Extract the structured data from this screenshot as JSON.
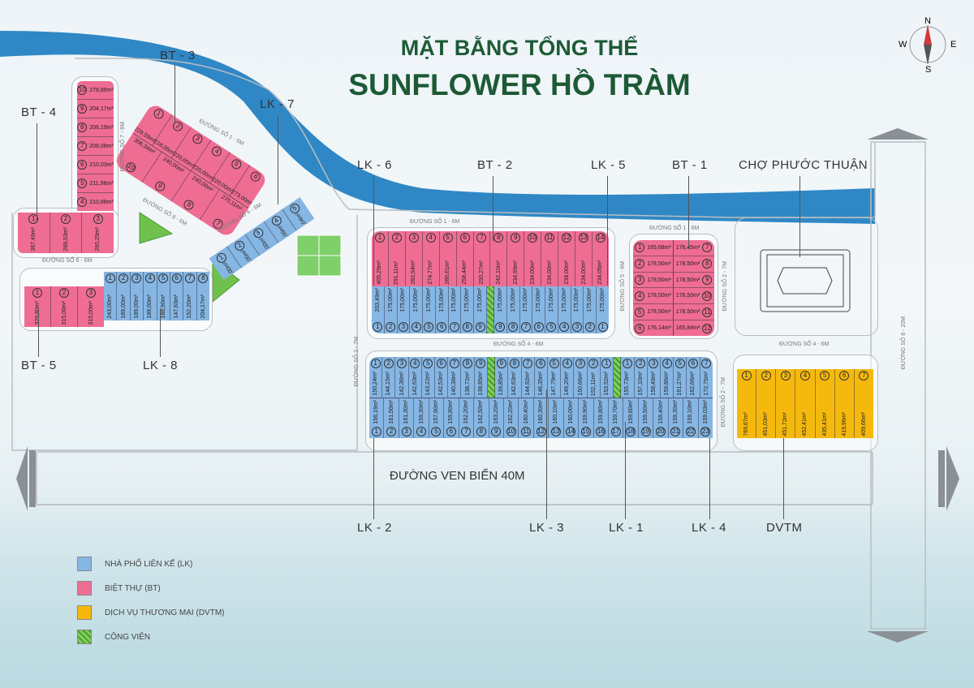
{
  "title": {
    "line1": "MẶT BẰNG TỔNG THỂ",
    "line2": "SUNFLOWER HỒ TRÀM"
  },
  "compass": {
    "n": "N",
    "s": "S",
    "e": "E",
    "w": "W"
  },
  "colors": {
    "lien_ke": "#86b6e3",
    "biet_thu": "#ef6d93",
    "dvtm": "#f5b90e",
    "cong_vien": "#6fc04c",
    "river": "#2f88c5",
    "title": "#1c5a36"
  },
  "labels": {
    "bt3": "BT - 3",
    "bt4": "BT - 4",
    "lk7": "LK - 7",
    "lk6": "LK - 6",
    "bt2": "BT - 2",
    "lk5": "LK - 5",
    "bt1": "BT - 1",
    "cho": "CHỢ PHƯỚC THUẬN",
    "bt5": "BT - 5",
    "lk8": "LK - 8",
    "lk2": "LK - 2",
    "lk3": "LK - 3",
    "lk1": "LK - 1",
    "lk4": "LK - 4",
    "dvtm": "DVTM"
  },
  "roads": {
    "r1a": "ĐƯỜNG SỐ 1 - 6M",
    "r1b": "ĐƯỜNG SỐ 1 - 6M",
    "r1c": "ĐƯỜNG SỐ 1 - 6M",
    "r7": "ĐƯỜNG SỐ 7 - 6M",
    "r6a": "ĐƯỜNG SỐ 6 - 6M",
    "r6b": "ĐƯỜNG SỐ 6 - 6M",
    "r8s": "ĐƯỜNG SỐ 8 - 6M",
    "r3": "ĐƯỜNG SỐ 3 - 7M",
    "r5": "ĐƯỜNG SỐ 5 - 6M",
    "r2a": "ĐƯỜNG SỐ 2 - 7M",
    "r2b": "ĐƯỜNG SỐ 2 - 7M",
    "r4a": "ĐƯỜNG SỐ 4 - 6M",
    "r4b": "ĐƯỜNG SỐ 4 - 6M",
    "r8": "ĐƯỜNG SỐ 8 - 20M",
    "coast": "ĐƯỜNG VEN BIỂN 40M"
  },
  "blocks": {
    "bt2": [
      {
        "n": "1",
        "a": "405,29m²"
      },
      {
        "n": "2",
        "a": "291,11m²"
      },
      {
        "n": "3",
        "a": "282,94m²"
      },
      {
        "n": "4",
        "a": "274,77m²"
      },
      {
        "n": "5",
        "a": "266,61m²"
      },
      {
        "n": "6",
        "a": "258,44m²"
      },
      {
        "n": "7",
        "a": "250,27m²"
      },
      {
        "n": "8",
        "a": "242,10m²"
      },
      {
        "n": "9",
        "a": "234,99m²"
      },
      {
        "n": "10",
        "a": "234,00m²"
      },
      {
        "n": "11",
        "a": "234,00m²"
      },
      {
        "n": "12",
        "a": "234,00m²"
      },
      {
        "n": "13",
        "a": "234,00m²"
      },
      {
        "n": "14",
        "a": "234,05m²"
      }
    ],
    "lk6": [
      {
        "n": "1",
        "a": "203,49m²"
      },
      {
        "n": "2",
        "a": "175,00m²"
      },
      {
        "n": "3",
        "a": "175,00m²"
      },
      {
        "n": "4",
        "a": "175,00m²"
      },
      {
        "n": "5",
        "a": "175,00m²"
      },
      {
        "n": "6",
        "a": "175,00m²"
      },
      {
        "n": "7",
        "a": "175,00m²"
      },
      {
        "n": "8",
        "a": "175,00m²"
      },
      {
        "n": "9",
        "a": "175,00m²"
      },
      {
        "park": true
      },
      {
        "n": "9",
        "a": "175,00m²"
      },
      {
        "n": "8",
        "a": "175,00m²"
      },
      {
        "n": "7",
        "a": "175,00m²"
      },
      {
        "n": "6",
        "a": "175,00m²"
      },
      {
        "n": "5",
        "a": "175,00m²"
      },
      {
        "n": "4",
        "a": "175,00m²"
      },
      {
        "n": "3",
        "a": "175,00m²"
      },
      {
        "n": "2",
        "a": "175,00m²"
      },
      {
        "n": "1",
        "a": "175,00m²"
      }
    ],
    "lk_top": [
      {
        "n": "1",
        "a": "150,24m²"
      },
      {
        "n": "2",
        "a": "144,15m²"
      },
      {
        "n": "3",
        "a": "142,36m²"
      },
      {
        "n": "4",
        "a": "142,63m²"
      },
      {
        "n": "5",
        "a": "143,22m²"
      },
      {
        "n": "6",
        "a": "142,53m²"
      },
      {
        "n": "7",
        "a": "140,38m²"
      },
      {
        "n": "8",
        "a": "138,72m²"
      },
      {
        "n": "9",
        "a": "138,85m²"
      },
      {
        "park": true
      },
      {
        "n": "9",
        "a": "139,85m²"
      },
      {
        "n": "8",
        "a": "142,63m²"
      },
      {
        "n": "7",
        "a": "144,92m²"
      },
      {
        "n": "6",
        "a": "146,35m²"
      },
      {
        "n": "5",
        "a": "147,79m²"
      },
      {
        "n": "4",
        "a": "149,20m²"
      },
      {
        "n": "3",
        "a": "150,66m²"
      },
      {
        "n": "2",
        "a": "152,11m²"
      },
      {
        "n": "1",
        "a": "153,52m²"
      },
      {
        "park": true
      },
      {
        "n": "1",
        "a": "155,73m²"
      },
      {
        "n": "2",
        "a": "157,10m²"
      },
      {
        "n": "3",
        "a": "158,49m²"
      },
      {
        "n": "4",
        "a": "159,86m²"
      },
      {
        "n": "5",
        "a": "161,27m²"
      },
      {
        "n": "6",
        "a": "162,66m²"
      },
      {
        "n": "7",
        "a": "172,75m²"
      }
    ],
    "lk_bottom": [
      {
        "n": "1",
        "a": "156,19m²"
      },
      {
        "n": "2",
        "a": "161,50m²"
      },
      {
        "n": "3",
        "a": "161,30m²"
      },
      {
        "n": "4",
        "a": "159,30m²"
      },
      {
        "n": "5",
        "a": "157,90m²"
      },
      {
        "n": "6",
        "a": "159,80m²"
      },
      {
        "n": "7",
        "a": "162,20m²"
      },
      {
        "n": "8",
        "a": "162,50m²"
      },
      {
        "n": "9",
        "a": "163,20m²"
      },
      {
        "n": "10",
        "a": "162,20m²"
      },
      {
        "n": "11",
        "a": "160,40m²"
      },
      {
        "n": "12",
        "a": "160,30m²"
      },
      {
        "n": "13",
        "a": "160,10m²"
      },
      {
        "n": "14",
        "a": "160,00m²"
      },
      {
        "n": "15",
        "a": "159,90m²"
      },
      {
        "n": "16",
        "a": "159,80m²"
      },
      {
        "n": "17",
        "a": "159,70m²"
      },
      {
        "n": "18",
        "a": "159,60m²"
      },
      {
        "n": "19",
        "a": "159,50m²"
      },
      {
        "n": "20",
        "a": "159,40m²"
      },
      {
        "n": "21",
        "a": "159,30m²"
      },
      {
        "n": "22",
        "a": "159,10m²"
      },
      {
        "n": "23",
        "a": "159,03m²"
      }
    ],
    "bt1_left": [
      {
        "n": "1",
        "a": "165,68m²"
      },
      {
        "n": "2",
        "a": "178,50m²"
      },
      {
        "n": "3",
        "a": "178,50m²"
      },
      {
        "n": "4",
        "a": "178,50m²"
      },
      {
        "n": "5",
        "a": "178,50m²"
      },
      {
        "n": "6",
        "a": "176,14m²"
      }
    ],
    "bt1_right": [
      {
        "n": "7",
        "a": "176,45m²"
      },
      {
        "n": "8",
        "a": "178,50m²"
      },
      {
        "n": "9",
        "a": "178,50m²"
      },
      {
        "n": "10",
        "a": "178,50m²"
      },
      {
        "n": "11",
        "a": "178,50m²"
      },
      {
        "n": "12",
        "a": "165,84m²"
      }
    ],
    "dvtm": [
      {
        "n": "1",
        "a": "769,67m²"
      },
      {
        "n": "2",
        "a": "451,03m²"
      },
      {
        "n": "3",
        "a": "451,72m²"
      },
      {
        "n": "4",
        "a": "452,41m²"
      },
      {
        "n": "5",
        "a": "435,41m²"
      },
      {
        "n": "6",
        "a": "419,96m²"
      },
      {
        "n": "7",
        "a": "409,66m²"
      }
    ],
    "bt4_col": [
      {
        "n": "10",
        "a": "278,89m²"
      },
      {
        "n": "9",
        "a": "204,17m²"
      },
      {
        "n": "8",
        "a": "206,19m²"
      },
      {
        "n": "7",
        "a": "208,08m²"
      },
      {
        "n": "6",
        "a": "210,03m²"
      },
      {
        "n": "5",
        "a": "211,98m²"
      },
      {
        "n": "4",
        "a": "210,88m²"
      }
    ],
    "bt4_row": [
      {
        "n": "1",
        "a": "367,49m²"
      },
      {
        "n": "2",
        "a": "268,53m²"
      },
      {
        "n": "3",
        "a": "260,29m²"
      }
    ],
    "bt3_top": [
      {
        "n": "1",
        "a": "229,59m²"
      },
      {
        "n": "2",
        "a": "218,05m²"
      },
      {
        "n": "3",
        "a": "220,00m²"
      },
      {
        "n": "4",
        "a": "220,00m²"
      },
      {
        "n": "5",
        "a": "220,00m²"
      },
      {
        "n": "6",
        "a": "273,00m²"
      }
    ],
    "bt3_bottom": [
      {
        "n": "10",
        "a": "306,34m²"
      },
      {
        "n": "9",
        "a": "240,00m²"
      },
      {
        "n": "8",
        "a": "240,00m²"
      },
      {
        "n": "7",
        "a": "270,11m²"
      }
    ],
    "lk7": [
      {
        "n": "1",
        "a": "140,00m²"
      },
      {
        "n": "2",
        "a": "140,00m²"
      },
      {
        "n": "3",
        "a": "140,00m²"
      },
      {
        "n": "4",
        "a": "140,00m²"
      },
      {
        "n": "5",
        "a": "261,04m²"
      }
    ],
    "bt5": [
      {
        "n": "1",
        "a": "329,80m²"
      },
      {
        "n": "2",
        "a": "315,00m²"
      },
      {
        "n": "3",
        "a": "315,00m²"
      }
    ],
    "lk8": [
      {
        "n": "1",
        "a": "243,00m²"
      },
      {
        "n": "2",
        "a": "189,00m²"
      },
      {
        "n": "3",
        "a": "189,00m²"
      },
      {
        "n": "4",
        "a": "189,00m²"
      },
      {
        "n": "5",
        "a": "188,90m²"
      },
      {
        "n": "6",
        "a": "147,63m²"
      },
      {
        "n": "7",
        "a": "152,20m²"
      },
      {
        "n": "8",
        "a": "204,17m²"
      }
    ]
  },
  "legend": [
    {
      "label": "NHÀ PHỐ LIÊN KẾ (LK)",
      "color": "#86b6e3"
    },
    {
      "label": "BIỆT THỰ (BT)",
      "color": "#ef6d93"
    },
    {
      "label": "DỊCH VỤ THƯƠNG MẠI (DVTM)",
      "color": "#f5b90e"
    },
    {
      "label": "CÔNG VIÊN",
      "color": "#6fc04c"
    }
  ]
}
